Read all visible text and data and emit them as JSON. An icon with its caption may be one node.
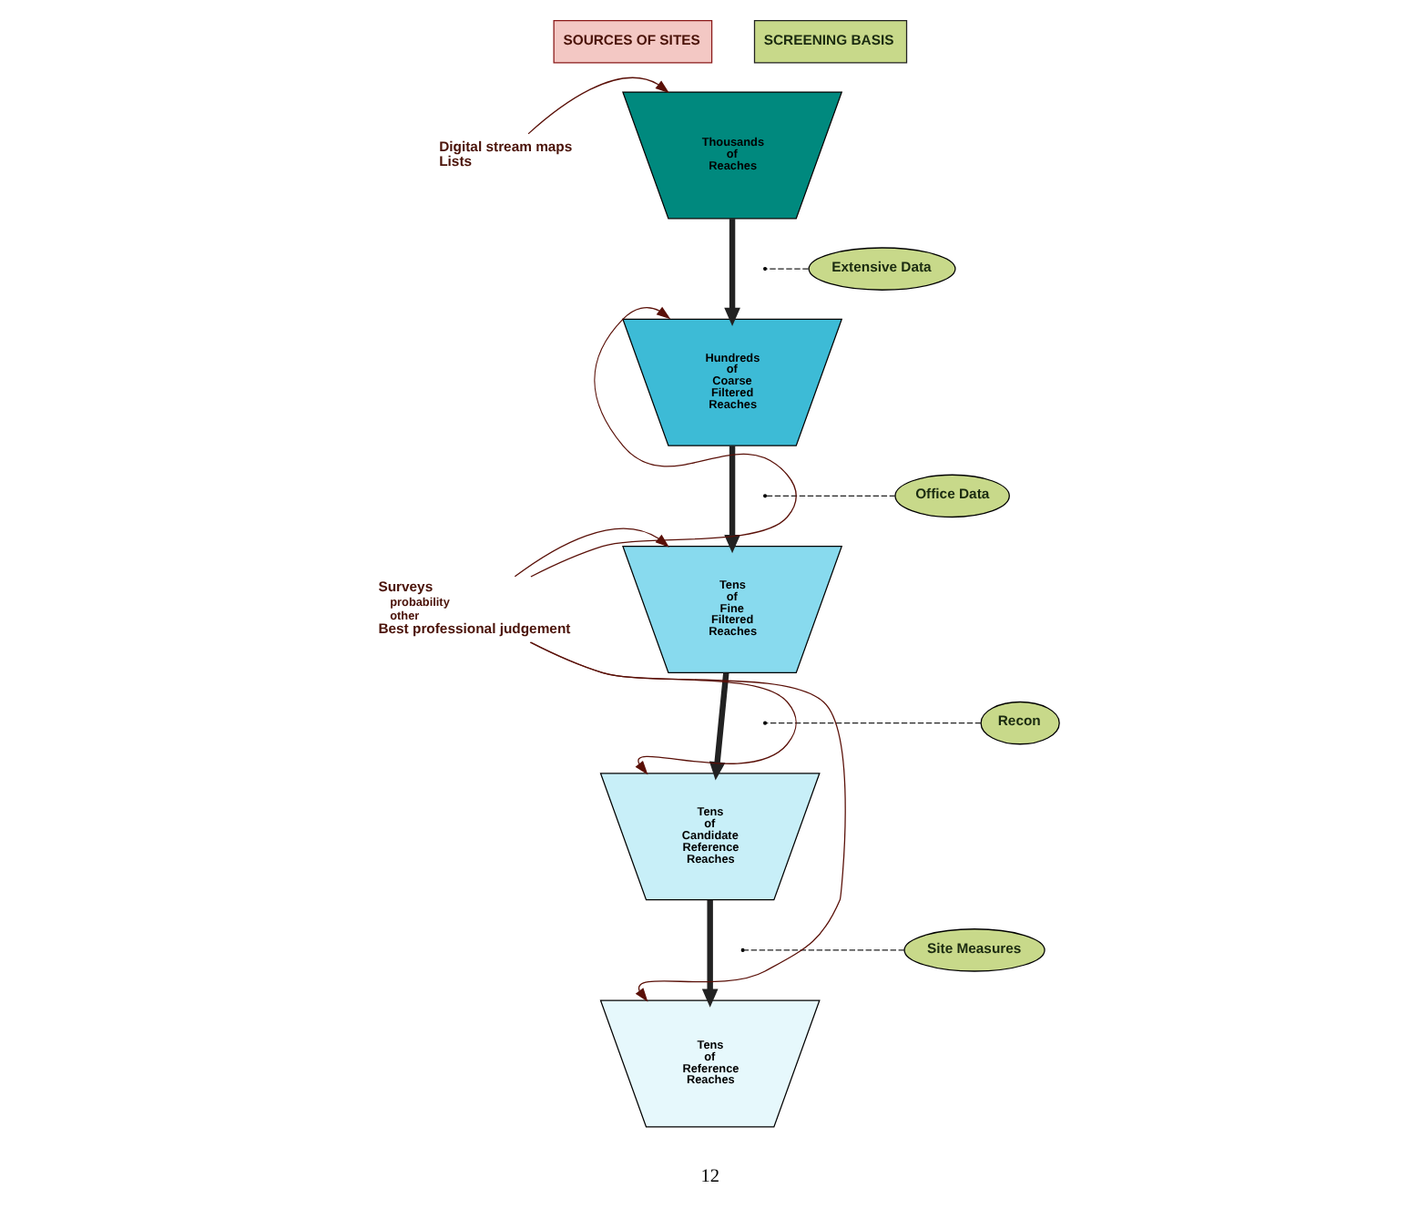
{
  "diagram": {
    "nodes": [
      {
        "text": [
          "SOURCES OF SITES"
        ]
      },
      {
        "text": [
          "SCREENING BASIS"
        ]
      },
      {
        "text": [
          "Digital stream maps",
          "Lists"
        ]
      },
      {
        "text": [
          "Thousands of Reaches"
        ]
      },
      {
        "text": [
          "Hundreds of Coarse Filtered Reaches"
        ]
      },
      {
        "text": [
          "Tens of Fine Filtered Reaches"
        ]
      },
      {
        "text": [
          "Tens of Candidate Reference Reaches"
        ]
      },
      {
        "text": [
          "Tens of Reference Reaches"
        ]
      },
      {
        "text": [
          "Extensive Data"
        ]
      },
      {
        "text": [
          "Office Data"
        ]
      },
      {
        "text": [
          "Recon"
        ]
      },
      {
        "text": [
          "Site Measures"
        ]
      },
      {
        "text": [
          "Surveys",
          "probability",
          "other",
          "Best professional judgement"
        ]
      }
    ],
    "edges": [
      {
        "from": 2,
        "to": 3,
        "arrow": "to",
        "color": "#5a1008"
      },
      {
        "from": 3,
        "to": 4,
        "arrow": "to",
        "style": "thick"
      },
      {
        "from": 4,
        "to": 5,
        "arrow": "to",
        "style": "thick"
      },
      {
        "from": 5,
        "to": 6,
        "arrow": "to",
        "style": "thick"
      },
      {
        "from": 6,
        "to": 7,
        "arrow": "to",
        "style": "thick"
      },
      {
        "from": 12,
        "to": 4,
        "arrow": "to",
        "color": "#5a1008"
      },
      {
        "from": 12,
        "to": 5,
        "arrow": "to",
        "color": "#5a1008"
      },
      {
        "from": 12,
        "to": 6,
        "arrow": "to",
        "color": "#5a1008"
      },
      {
        "from": 12,
        "to": 7,
        "arrow": "to",
        "color": "#5a1008"
      },
      {
        "from": 8,
        "to": null,
        "arrow": "none",
        "style": "dashed"
      },
      {
        "from": 9,
        "to": null,
        "arrow": "none",
        "style": "dashed"
      },
      {
        "from": 10,
        "to": null,
        "arrow": "none",
        "style": "dashed"
      },
      {
        "from": 11,
        "to": null,
        "arrow": "none",
        "style": "dashed"
      }
    ],
    "labels": [
      "12"
    ]
  }
}
